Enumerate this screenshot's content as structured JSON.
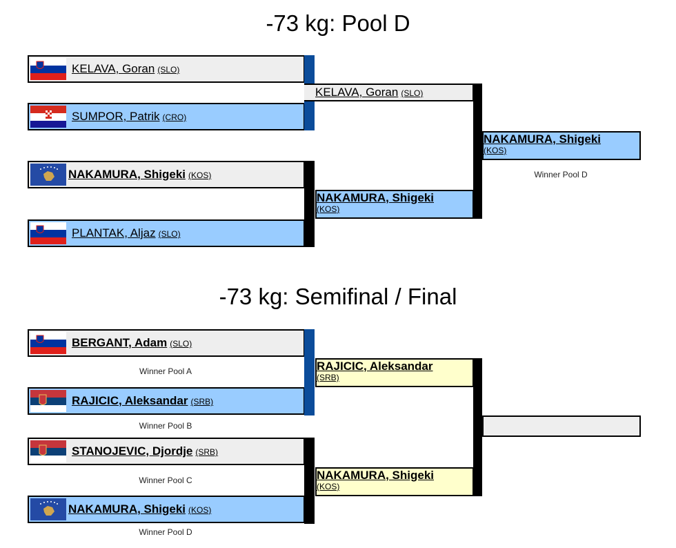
{
  "pool_d": {
    "title": "-73 kg: Pool D",
    "round1": [
      {
        "name": "KELAVA, Goran",
        "country": "(SLO)",
        "flag": "flag-slovenia-icon"
      },
      {
        "name": "SUMPOR, Patrik",
        "country": "(CRO)",
        "flag": "flag-croatia-icon"
      },
      {
        "name": "NAKAMURA, Shigeki",
        "country": "(KOS)",
        "flag": "flag-kosovo-icon"
      },
      {
        "name": "PLANTAK, Aljaz",
        "country": "(SLO)",
        "flag": "flag-slovenia-icon"
      }
    ],
    "round2": [
      {
        "name": "KELAVA, Goran",
        "country": "(SLO)"
      },
      {
        "name": "NAKAMURA, Shigeki",
        "country": "(KOS)"
      }
    ],
    "winner": {
      "name": "NAKAMURA, Shigeki",
      "country": "(KOS)"
    },
    "winner_caption": "Winner Pool D"
  },
  "final": {
    "title": "-73 kg: Semifinal / Final",
    "round1": [
      {
        "name": "BERGANT, Adam",
        "country": "(SLO)",
        "flag": "flag-slovenia-icon",
        "caption": "Winner Pool A"
      },
      {
        "name": "RAJICIC, Aleksandar",
        "country": "(SRB)",
        "flag": "flag-serbia-icon",
        "caption": "Winner Pool B"
      },
      {
        "name": "STANOJEVIC, Djordje",
        "country": "(SRB)",
        "flag": "flag-serbia-icon",
        "caption": "Winner Pool C"
      },
      {
        "name": "NAKAMURA, Shigeki",
        "country": "(KOS)",
        "flag": "flag-kosovo-icon",
        "caption": "Winner Pool D"
      }
    ],
    "round2": [
      {
        "name": "RAJICIC, Aleksandar",
        "country": "(SRB)"
      },
      {
        "name": "NAKAMURA, Shigeki",
        "country": "(KOS)"
      }
    ],
    "final_winner": {
      "name": "",
      "country": ""
    }
  },
  "colors": {
    "blue_box": "#99ccff",
    "gray_box": "#eeeeee",
    "yellow_box": "#ffffcc",
    "blue_bar": "#0b4c9a",
    "black_bar": "#000000"
  }
}
